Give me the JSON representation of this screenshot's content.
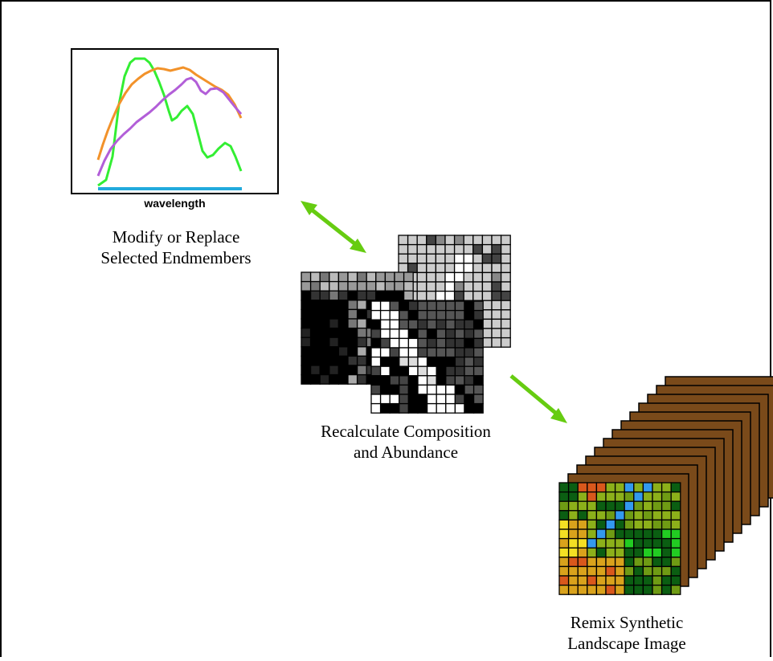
{
  "spectra_panel": {
    "axis_label": "wavelength",
    "caption_line1": "Modify or Replace",
    "caption_line2": "Selected Endmembers",
    "curve_colors": {
      "green": "#33ee33",
      "orange": "#f2922a",
      "purple": "#b25ed8",
      "cyan": "#22aadd"
    }
  },
  "abundance_panel": {
    "caption_line1": "Recalculate Composition",
    "caption_line2": "and Abundance"
  },
  "landscape_panel": {
    "caption_line1": "Remix Synthetic",
    "caption_line2": "Landscape Image",
    "band_color": "#7a4a1a",
    "class_colors": {
      "dark_green": "#0b5e12",
      "olive": "#6f9b14",
      "yellow_green": "#8cb01a",
      "bright_green": "#22cc22",
      "blue": "#3399ee",
      "yellow": "#f4e024",
      "gold": "#d9a21c",
      "orange": "#d9581c"
    }
  },
  "arrow_color": "#66cc11"
}
